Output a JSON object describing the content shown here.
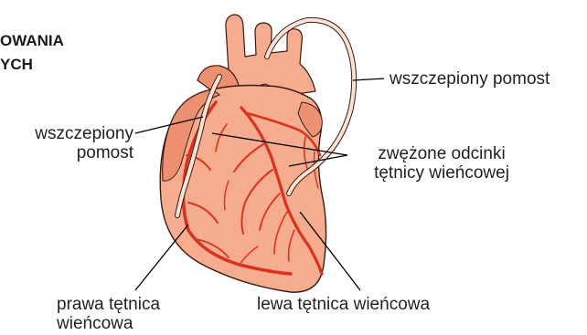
{
  "title": {
    "line1": "OWANIA",
    "line2": "YCH"
  },
  "labels": {
    "graft_right_line1": "wszczepiony",
    "graft_right_line2": "pomost",
    "graft_top": "wszczepiony pomost",
    "narrowed_line1": "zwężone odcinki",
    "narrowed_line2": "tętnicy wieńcowej",
    "right_coronary_line1": "prawa tętnica",
    "right_coronary_line2": "wieńcowa",
    "left_coronary": "lewa tętnica wieńcowa"
  },
  "colors": {
    "heart_fill": "#f6ad8f",
    "heart_dark": "#ee9172",
    "heart_outline": "#3a1a12",
    "artery": "#d9321e",
    "graft": "#fbe3d6",
    "leader": "#000000"
  }
}
